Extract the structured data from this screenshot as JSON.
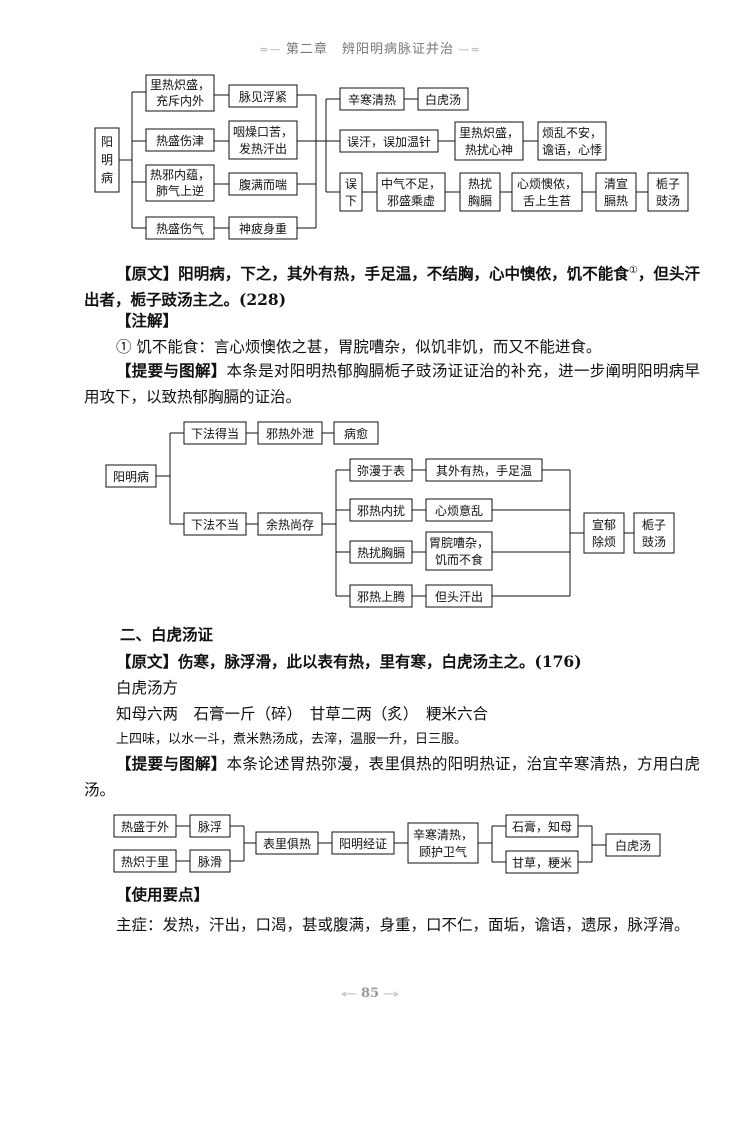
{
  "header": "第二章　辨阳明病脉证并治",
  "page_number": "85",
  "diagram1": {
    "root": [
      "阳",
      "明",
      "病"
    ],
    "left_boxes": [
      [
        "里热炽盛，",
        "充斥内外"
      ],
      [
        "热盛伤津"
      ],
      [
        "热邪内蕴，",
        "肺气上逆"
      ],
      [
        "热盛伤气"
      ]
    ],
    "mid_boxes": [
      [
        "脉见浮紧"
      ],
      [
        "咽燥口苦，",
        "发热汗出"
      ],
      [
        "腹满而喘"
      ],
      [
        "神疲身重"
      ]
    ],
    "r1_a": "辛寒清热",
    "r1_b": "白虎汤",
    "r2_a": "误汗，误加温针",
    "r2_b": [
      "里热炽盛，",
      "热扰心神"
    ],
    "r2_c": [
      "烦乱不安，",
      "谵语，心悸"
    ],
    "r3_a": [
      "误",
      "下"
    ],
    "r3_b": [
      "中气不足，",
      "邪盛乘虚"
    ],
    "r3_c": [
      "热扰",
      "胸膈"
    ],
    "r3_d": [
      "心烦懊侬，",
      "舌上生苔"
    ],
    "r3_e": [
      "清宣",
      "膈热"
    ],
    "r3_f": [
      "栀子",
      "豉汤"
    ]
  },
  "para1": {
    "label": "【原文】",
    "text1": "阳明病，下之，其外有热，手足温，不结胸，心中懊侬，饥不能",
    "text2a": "食",
    "note_mark": "①",
    "text2b": "，但头汗出者，栀子豉汤主之。(228)"
  },
  "para2": {
    "label": "【注解】"
  },
  "para3": {
    "text": "① 饥不能食：言心烦懊侬之甚，胃脘嘈杂，似饥非饥，而又不能进食。"
  },
  "para4": {
    "label": "【提要与图解】",
    "text1": "本条是对阳明热郁胸膈栀子豉汤证证治的补充，进一步阐明阳",
    "text2": "明病早用攻下，以致热郁胸膈的证治。"
  },
  "diagram2": {
    "root": "阳明病",
    "top_a": "下法得当",
    "top_b": "邪热外泄",
    "top_c": "病愈",
    "bot_a": "下法不当",
    "bot_b": "余热尚存",
    "b1": "弥漫于表",
    "b1r": "其外有热，手足温",
    "b2": "邪热内扰",
    "b2r": "心烦意乱",
    "b3": "热扰胸膈",
    "b3r": [
      "胃脘嘈杂，",
      "饥而不食"
    ],
    "b4": "邪热上腾",
    "b4r": "但头汗出",
    "end1": [
      "宣郁",
      "除烦"
    ],
    "end2": [
      "栀子",
      "豉汤"
    ]
  },
  "section2": {
    "title": "二、白虎汤证"
  },
  "para5": {
    "label": "【原文】",
    "text": "伤寒，脉浮滑，此以表有热，里有寒，白虎汤主之。(176)"
  },
  "para6": {
    "text": "白虎汤方"
  },
  "para7": {
    "text": "知母六两　石膏一斤（碎）　甘草二两（炙）　粳米六合"
  },
  "para8": {
    "text": "上四味，以水一斗，煮米熟汤成，去滓，温服一升，日三服。"
  },
  "para9": {
    "label": "【提要与图解】",
    "text1": "本条论述胃热弥漫，表里俱热的阳明热证，治宜辛寒清热，方",
    "text2": "用白虎汤。"
  },
  "diagram3": {
    "a1": "热盛于外",
    "a2": "脉浮",
    "b1": "热炽于里",
    "b2": "脉滑",
    "c": "表里俱热",
    "d": "阳明经证",
    "e": [
      "辛寒清热，",
      "顾护卫气"
    ],
    "f1": "石膏，知母",
    "f2": "甘草，粳米",
    "g": "白虎汤"
  },
  "para10": {
    "label": "【使用要点】"
  },
  "para11": {
    "text1": "主症：发热，汗出，口渴，甚或腹满，身重，口不仁，面垢，谵语，遗尿，脉",
    "text2": "浮滑。"
  }
}
